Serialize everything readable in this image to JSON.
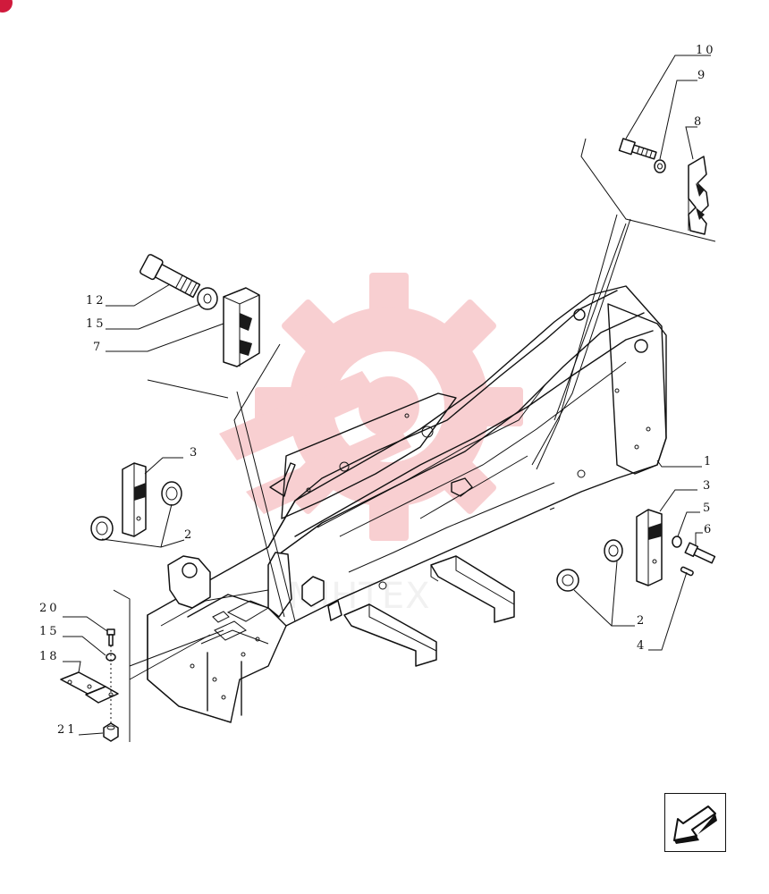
{
  "watermark": {
    "text": "MIHTEX",
    "color": "#f4a8ad"
  },
  "badge": {
    "color": "#d01a3c"
  },
  "labels": {
    "l1": "1",
    "l2a": "2",
    "l2b": "2",
    "l3a": "3",
    "l3b": "3",
    "l4": "4",
    "l5": "5",
    "l6": "6",
    "l7": "7",
    "l8": "8",
    "l9": "9",
    "l10": "10",
    "l12": "12",
    "l15a": "15",
    "l15b": "15",
    "l18": "18",
    "l20": "20",
    "l21": "21"
  },
  "nav": {
    "icon": "arrow-down-left-icon"
  }
}
